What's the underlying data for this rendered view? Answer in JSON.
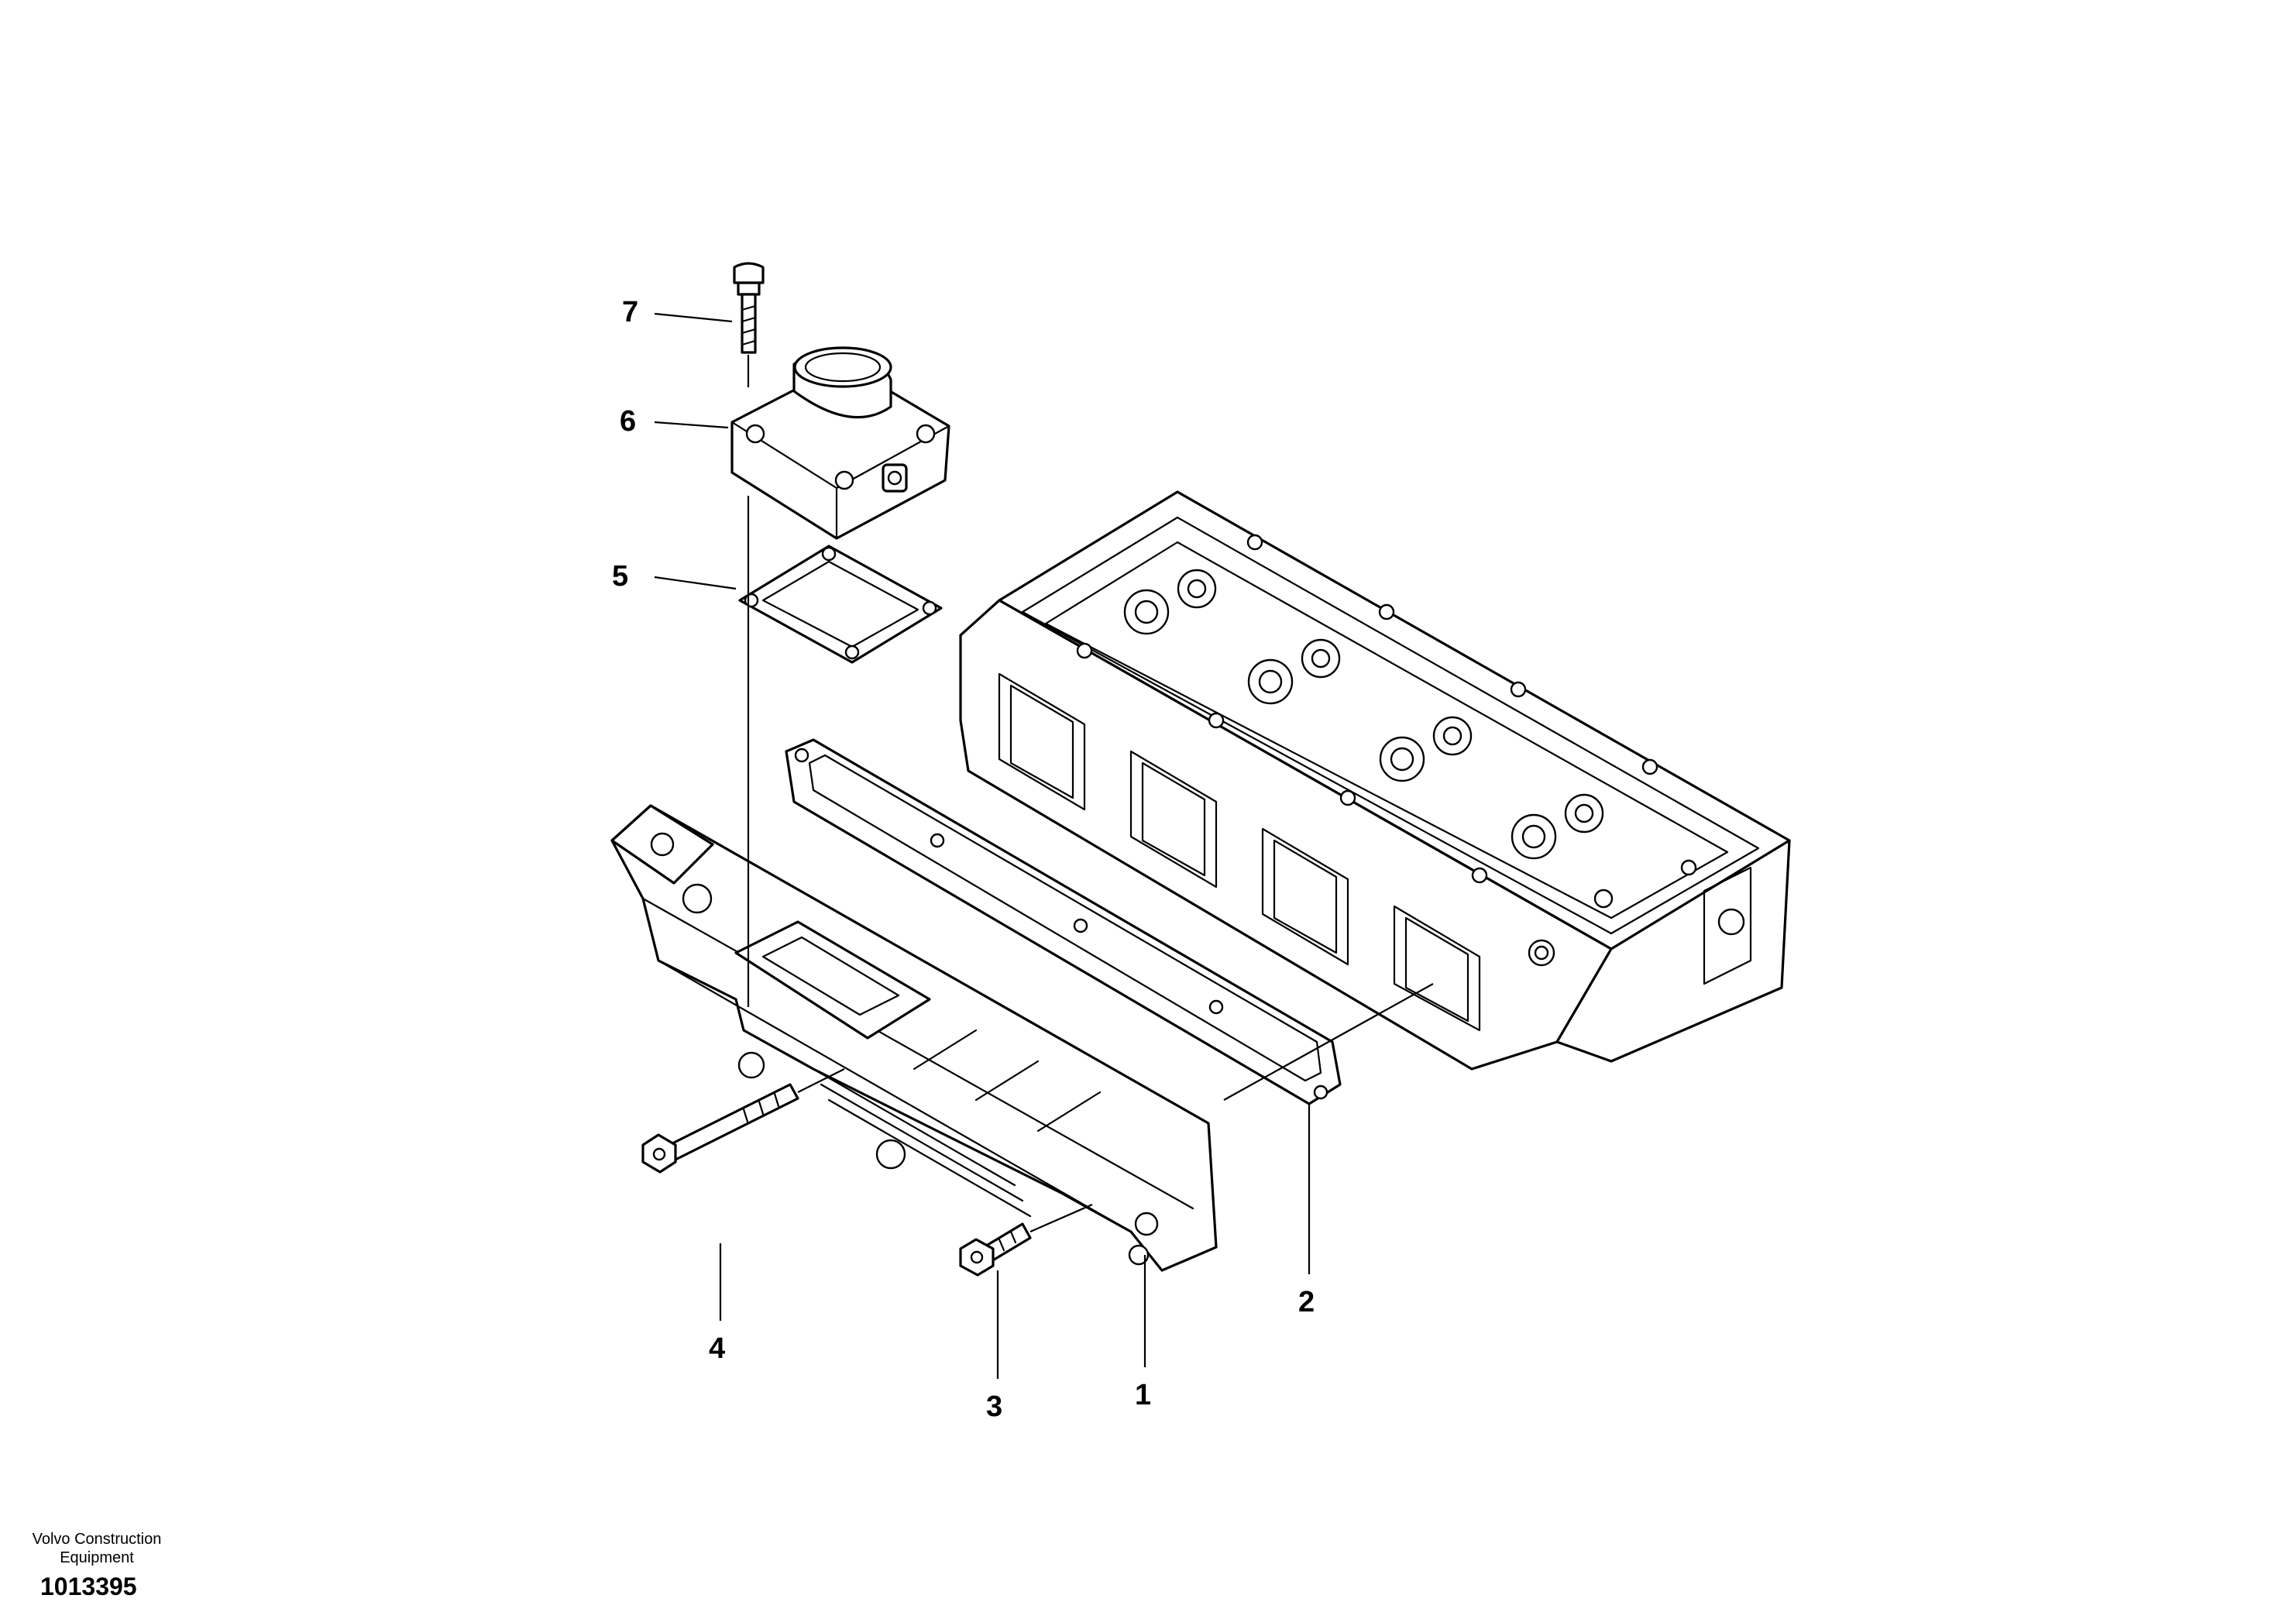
{
  "callouts": [
    {
      "id": "1",
      "label": "1"
    },
    {
      "id": "2",
      "label": "2"
    },
    {
      "id": "3",
      "label": "3"
    },
    {
      "id": "4",
      "label": "4"
    },
    {
      "id": "5",
      "label": "5"
    },
    {
      "id": "6",
      "label": "6"
    },
    {
      "id": "7",
      "label": "7"
    }
  ],
  "footer": {
    "brand_line1": "Volvo Construction",
    "brand_line2": "Equipment",
    "image_id": "1013395"
  }
}
